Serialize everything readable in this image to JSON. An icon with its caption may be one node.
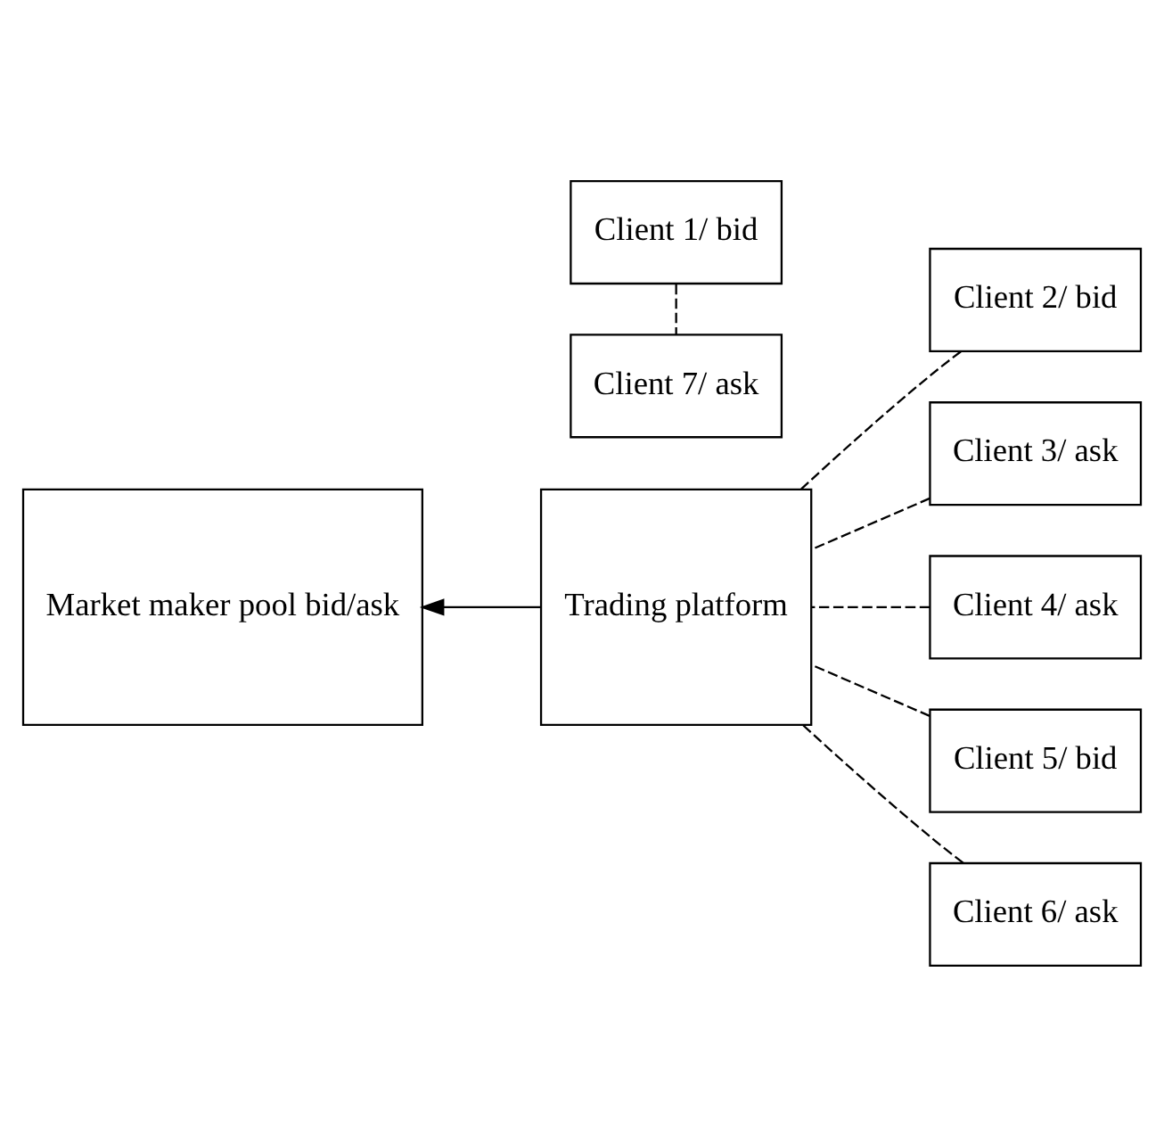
{
  "diagram": {
    "nodes": [
      {
        "text": [
          "Market maker pool bid/ask"
        ]
      },
      {
        "text": [
          "Trading platform"
        ]
      },
      {
        "text": [
          "Client 1/ bid"
        ]
      },
      {
        "text": [
          "Client 2/ bid"
        ]
      },
      {
        "text": [
          "Client 3/ ask"
        ]
      },
      {
        "text": [
          "Client 4/ ask"
        ]
      },
      {
        "text": [
          "Client 5/ bid"
        ]
      },
      {
        "text": [
          "Client 6/ ask"
        ]
      },
      {
        "text": [
          "Client 7/ ask"
        ]
      }
    ],
    "edges": [
      {
        "from": 1,
        "to": 0,
        "arrow": "to"
      },
      {
        "from": 3,
        "to": 1,
        "arrow": "none",
        "style": "dashed"
      },
      {
        "from": 4,
        "to": 1,
        "arrow": "none",
        "style": "dashed"
      },
      {
        "from": 5,
        "to": 1,
        "arrow": "none",
        "style": "dashed"
      },
      {
        "from": 6,
        "to": 1,
        "arrow": "none",
        "style": "dashed"
      },
      {
        "from": 7,
        "to": 1,
        "arrow": "none",
        "style": "dashed"
      },
      {
        "from": 2,
        "to": 8,
        "arrow": "none",
        "style": "dashed"
      }
    ]
  }
}
